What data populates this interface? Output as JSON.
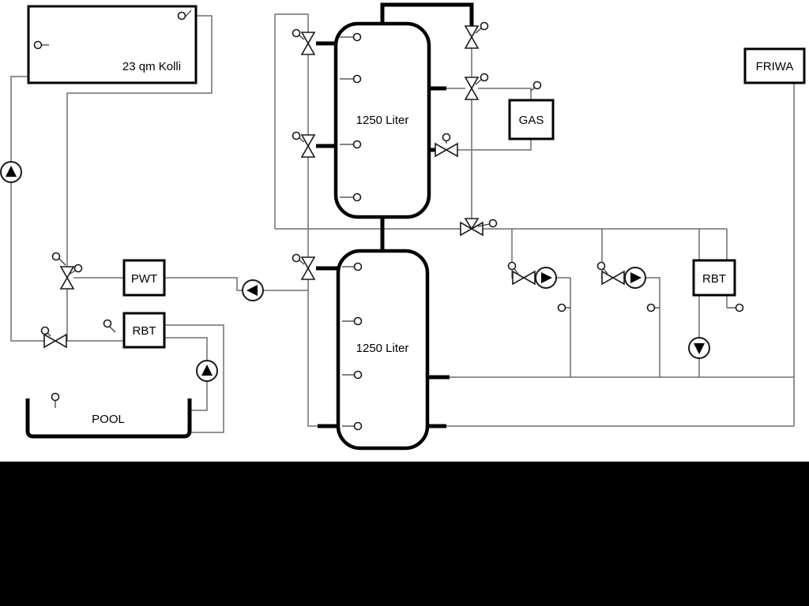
{
  "labels": {
    "collector": "23 qm Kolli",
    "tank_top": "1250 Liter",
    "tank_bottom": "1250 Liter",
    "pwt": "PWT",
    "rbt_left": "RBT",
    "rbt_right": "RBT",
    "gas": "GAS",
    "friwa": "FRIWA",
    "pool": "POOL"
  },
  "colors": {
    "background": "#ffffff",
    "letterbox": "#000000",
    "pipe_thin": "#6e6e6e",
    "pipe_thick": "#000000"
  }
}
